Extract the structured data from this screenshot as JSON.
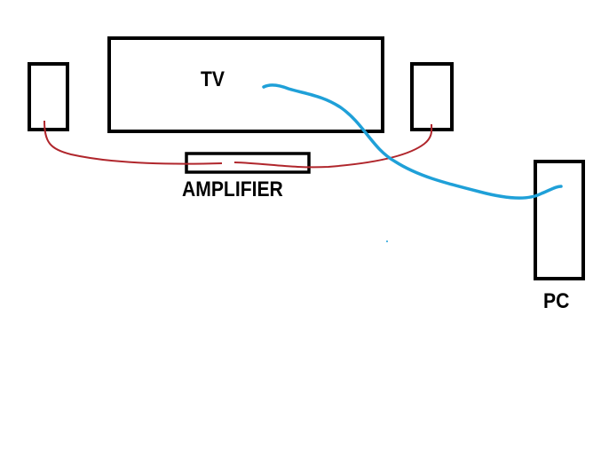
{
  "labels": {
    "tv": "TV",
    "amplifier": "AMPLIFIER",
    "pc": "PC"
  },
  "colors": {
    "outline": "#000000",
    "speaker_cable": "#b0262c",
    "video_cable": "#1fa0d8"
  }
}
